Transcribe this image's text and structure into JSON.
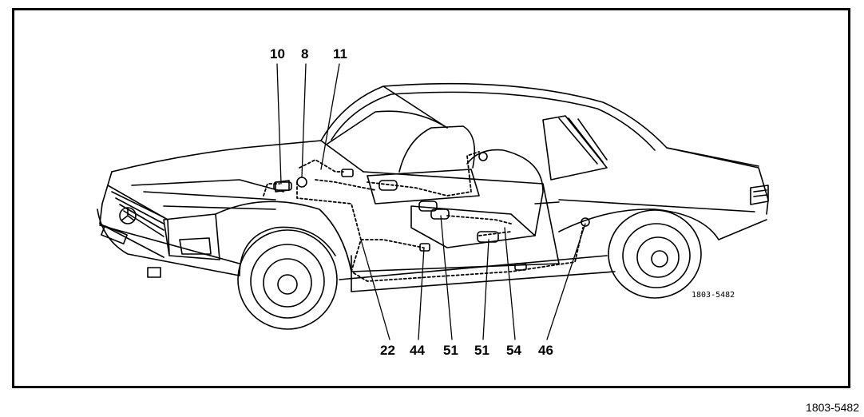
{
  "figure": {
    "callouts_top": [
      "10",
      "8",
      "11"
    ],
    "callouts_bottom": [
      "22",
      "44",
      "51",
      "51",
      "54",
      "46"
    ],
    "inner_reference": "1803-5482",
    "outer_reference": "1803-5482"
  },
  "colors": {
    "ink": "#000000",
    "paper": "#ffffff"
  }
}
